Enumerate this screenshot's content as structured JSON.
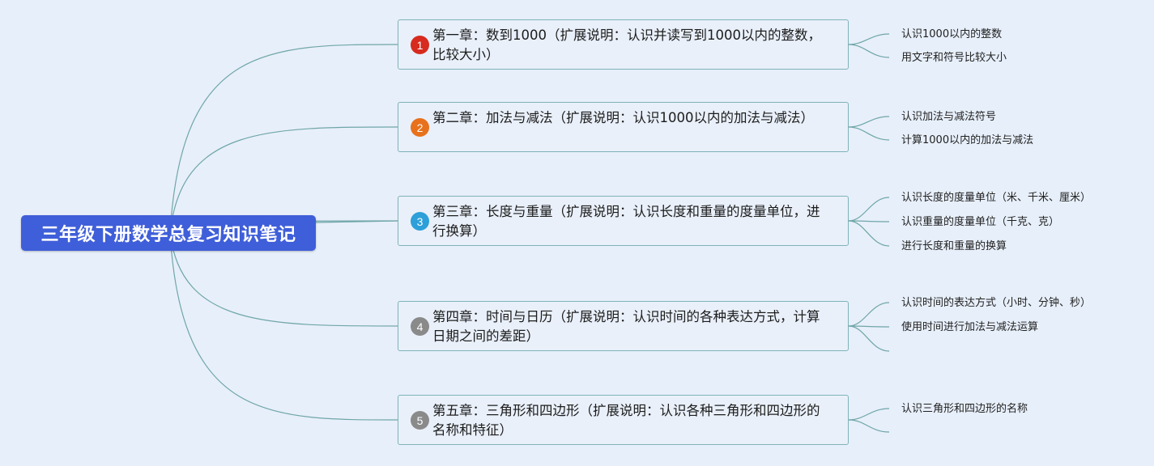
{
  "root": {
    "label": "三年级下册数学总复习知识笔记"
  },
  "colors": {
    "background": "#e7effa",
    "root_fill": "#3f5ed9",
    "branch_line": "#6fa6a8",
    "node_border": "#7fb3b8",
    "badge_1": "#d62b1e",
    "badge_2": "#e8711c",
    "badge_3": "#2d9fd9",
    "badge_4": "#8a8a8a",
    "badge_5": "#8a8a8a"
  },
  "chapters": [
    {
      "number": "1",
      "label": "第一章：数到1000（扩展说明：认识并读写到1000以内的整数，比较大小）",
      "leaves": [
        "认识1000以内的整数",
        "用文字和符号比较大小"
      ]
    },
    {
      "number": "2",
      "label": "第二章：加法与减法（扩展说明：认识1000以内的加法与减法）",
      "leaves": [
        "认识加法与减法符号",
        "计算1000以内的加法与减法"
      ]
    },
    {
      "number": "3",
      "label": "第三章：长度与重量（扩展说明：认识长度和重量的度量单位，进行换算）",
      "leaves": [
        "认识长度的度量单位（米、千米、厘米）",
        "认识重量的度量单位（千克、克）",
        "进行长度和重量的换算"
      ]
    },
    {
      "number": "4",
      "label": "第四章：时间与日历（扩展说明：认识时间的各种表达方式，计算日期之间的差距）",
      "leaves": [
        "认识时间的表达方式（小时、分钟、秒）",
        "使用时间进行加法与减法运算",
        ""
      ]
    },
    {
      "number": "5",
      "label": "第五章：三角形和四边形（扩展说明：认识各种三角形和四边形的名称和特征）",
      "leaves": [
        "认识三角形和四边形的名称",
        ""
      ]
    }
  ]
}
